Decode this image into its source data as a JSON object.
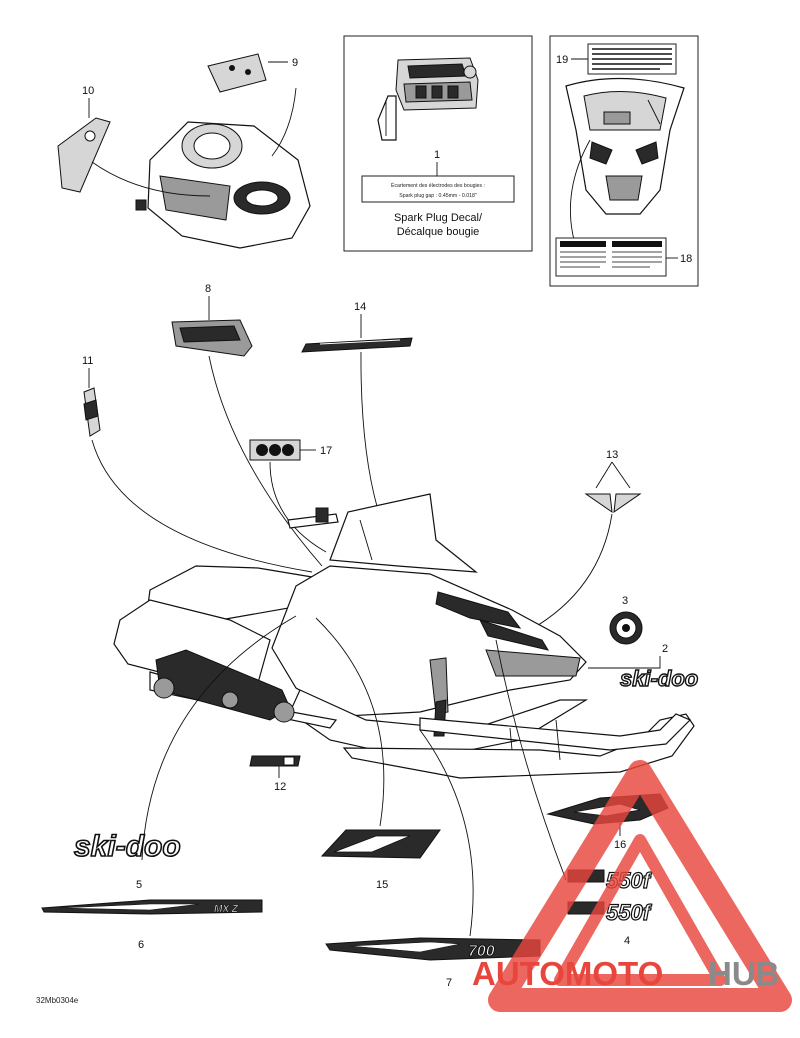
{
  "figure_ref": "32Mb0304e",
  "callouts": [
    "1",
    "2",
    "3",
    "4",
    "5",
    "6",
    "7",
    "8",
    "9",
    "10",
    "11",
    "12",
    "13",
    "14",
    "15",
    "16",
    "17",
    "18",
    "19"
  ],
  "spark_plug_box": {
    "small_line_1": "Écartement des électrodes des bougies :",
    "small_line_2": "Spark plug gap :  0.45mm - 0.018\"",
    "caption_line_1": "Spark Plug Decal/",
    "caption_line_2": "Décalque bougie"
  },
  "decals": {
    "brand_2": "ski-doo",
    "brand_5": "ski-doo",
    "model_4a": "550f",
    "model_4b": "550f",
    "stripe_6": "MX Z",
    "stripe_7": "700"
  },
  "watermark": {
    "word_red": "AUTOMOTO",
    "word_grey": "HUB",
    "colors": {
      "red": "#e8463d",
      "grey": "#8a8a8a"
    }
  }
}
